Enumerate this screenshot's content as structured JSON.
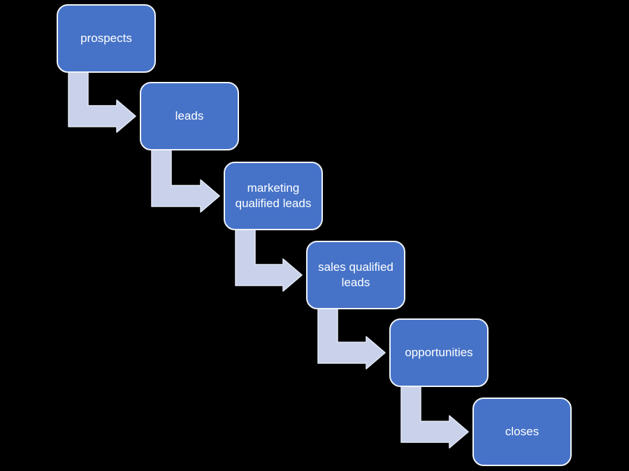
{
  "colors": {
    "background": "#000000",
    "node_fill": "#4673C8",
    "node_border": "#F0F3FA",
    "node_text": "#FFFFFF",
    "arrow_fill": "#C9D2EA",
    "arrow_border": "#E2E7F4"
  },
  "diagram": {
    "type": "stepped-flow",
    "direction": "top-left to bottom-right",
    "connector_style": "bent-elbow-arrow"
  },
  "steps": [
    {
      "label": "prospects"
    },
    {
      "label": "leads"
    },
    {
      "label": "marketing qualified leads"
    },
    {
      "label": "sales qualified leads"
    },
    {
      "label": "opportunities"
    },
    {
      "label": "closes"
    }
  ]
}
